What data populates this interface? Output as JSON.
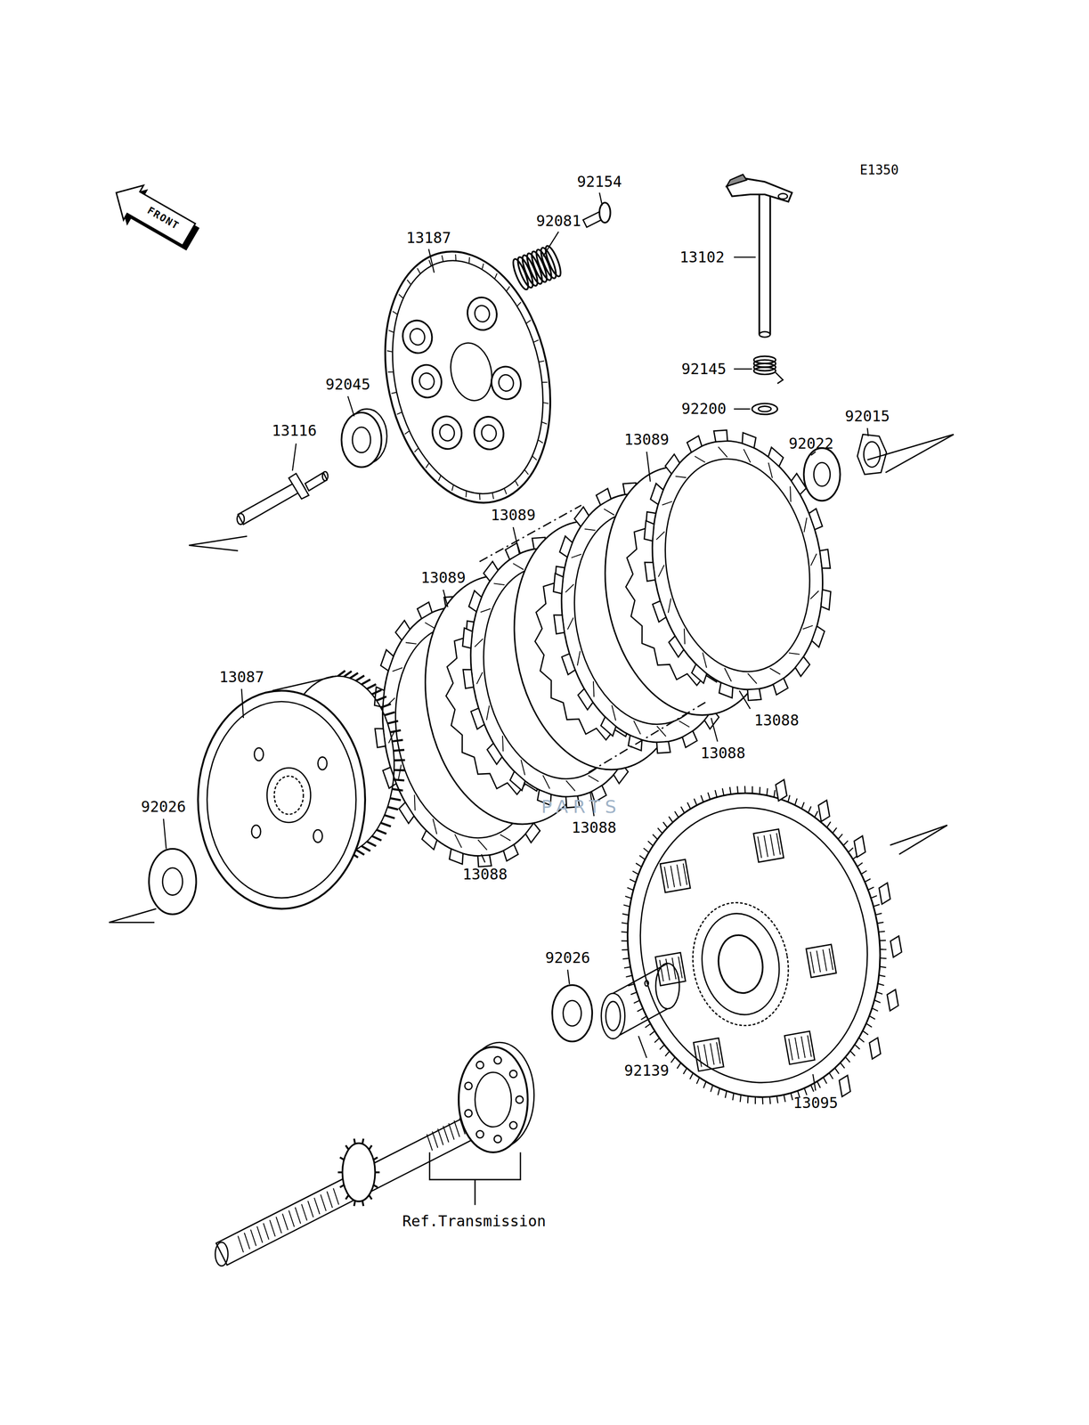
{
  "diagram": {
    "labels": [
      "E1350",
      "FRONT",
      "92154",
      "92081",
      "13187",
      "13102",
      "92145",
      "92200",
      "92045",
      "13116",
      "92015",
      "92022",
      "13089",
      "13089",
      "13089",
      "13087",
      "13088",
      "13088",
      "13088",
      "13088",
      "92026",
      "PARTS",
      "92026",
      "92139",
      "13095",
      "Ref.Transmission"
    ]
  }
}
